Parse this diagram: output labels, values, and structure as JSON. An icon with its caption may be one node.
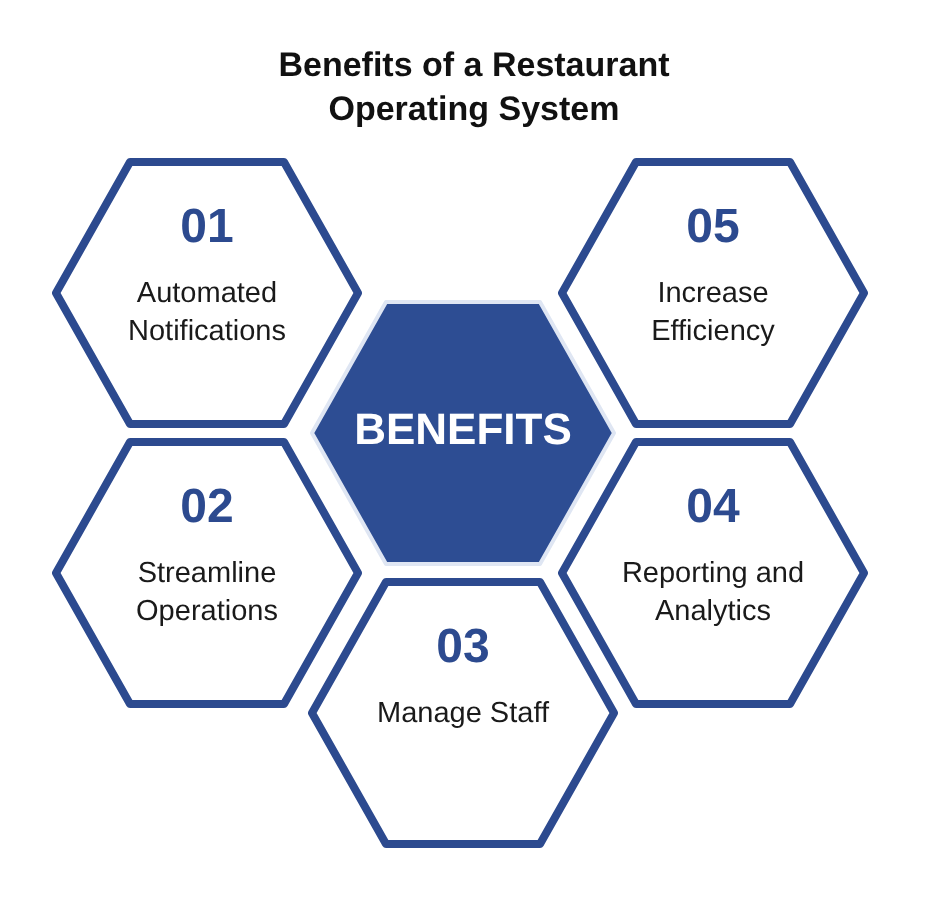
{
  "diagram": {
    "title": "Benefits of a Restaurant Operating System",
    "nodes": [
      {
        "text": [
          "01",
          "Automated Notifications"
        ]
      },
      {
        "text": [
          "05",
          "Increase Efficiency"
        ]
      },
      {
        "text": [
          "BENEFITS"
        ]
      },
      {
        "text": [
          "02",
          "Streamline Operations"
        ]
      },
      {
        "text": [
          "04",
          "Reporting and Analytics"
        ]
      },
      {
        "text": [
          "03",
          "Manage Staff"
        ]
      }
    ]
  }
}
